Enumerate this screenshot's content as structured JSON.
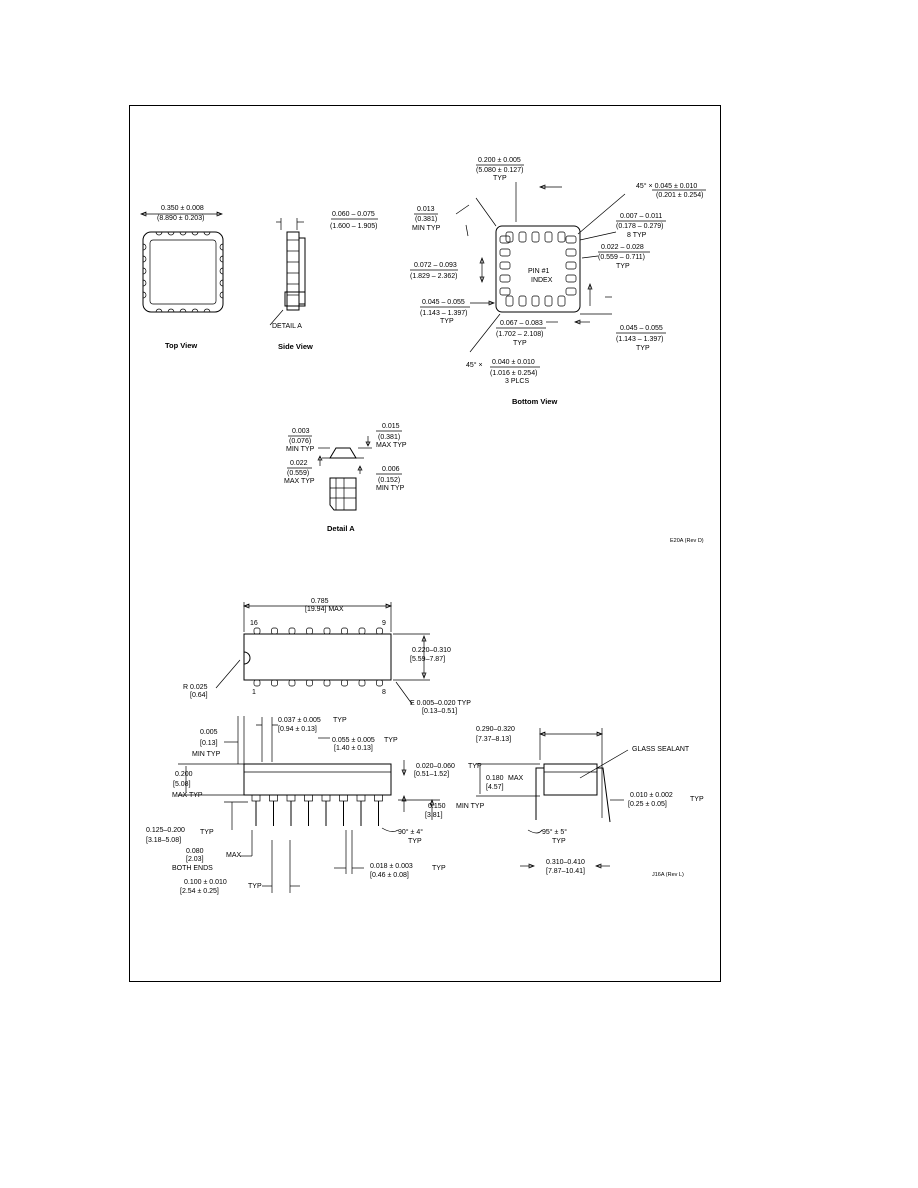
{
  "upper": {
    "top_view": {
      "caption": "Top View",
      "dim_top": "0.350 ± 0.008",
      "dim_top_mm": "(8.890 ± 0.203)"
    },
    "side_view": {
      "caption": "Side View",
      "dim": "0.060 – 0.075",
      "dim_mm": "(1.600 – 1.905)",
      "detail_label": "DETAIL A"
    },
    "bottom_view": {
      "caption": "Bottom View",
      "d1": "0.200 ± 0.005",
      "d1_mm": "(5.080 ± 0.127)",
      "d1_note": "TYP",
      "d2": "45° × 0.045 ± 0.010",
      "d2_mm": "(0.201 ± 0.254)",
      "d3": "0.013",
      "d3_mm": "(0.381)",
      "d3_note": "MIN TYP",
      "d4": "0.007 – 0.011",
      "d4_mm": "(0.178 – 0.279)",
      "d4_note": "8 TYP",
      "d5": "0.022 – 0.028",
      "d5_mm": "(0.559 – 0.711)",
      "d5_note": "TYP",
      "d6": "0.072 – 0.093",
      "d6_mm": "(1.829 – 2.362)",
      "pin_label_1": "PIN #1",
      "pin_label_2": "INDEX",
      "d7": "0.045 – 0.055",
      "d7_mm": "(1.143 – 1.397)",
      "d7_note": "TYP",
      "d8": "0.067 – 0.083",
      "d8_mm": "(1.702 – 2.108)",
      "d8_note": "TYP",
      "d9": "0.045 – 0.055",
      "d9_mm": "(1.143 – 1.397)",
      "d9_note": "TYP",
      "d10_prefix": "45° ×",
      "d10": "0.040 ± 0.010",
      "d10_mm": "(1.016 ± 0.254)",
      "d10_note": "3 PLCS"
    },
    "detail_a": {
      "caption": "Detail A",
      "a1": "0.003",
      "a1_mm": "(0.076)",
      "a1_note": "MIN TYP",
      "a2": "0.022",
      "a2_mm": "(0.559)",
      "a2_note": "MAX TYP",
      "a3": "0.015",
      "a3_mm": "(0.381)",
      "a3_note": "MAX TYP",
      "a4": "0.006",
      "a4_mm": "(0.152)",
      "a4_note": "MIN TYP"
    },
    "ref_code": "E20A (Rev D)"
  },
  "lower": {
    "top": {
      "len": "0.785",
      "len_mm": "[19.94] MAX",
      "pin16": "16",
      "pin9": "9",
      "pin1": "1",
      "pin8": "8",
      "width": "0.220–0.310",
      "width_mm": "[5.59–7.87]",
      "r": "R 0.025",
      "r_mm": "[0.64]",
      "e": "E 0.005–0.020 TYP",
      "e_mm": "[0.13–0.51]"
    },
    "side": {
      "s1": "0.037 ± 0.005",
      "s1_mm": "[0.94 ± 0.13]",
      "s1_note": "TYP",
      "s2": "0.005",
      "s2_mm": "[0.13]",
      "s2_note": "MIN TYP",
      "s3": "0.055 ± 0.005",
      "s3_mm": "[1.40 ± 0.13]",
      "s3_note": "TYP",
      "s4": "0.200",
      "s4_mm": "[5.08]",
      "s4_note": "MAX TYP",
      "s5": "0.020–0.060",
      "s5_mm": "[0.51–1.52]",
      "s5_note": "TYP",
      "s6": "0.150",
      "s6_mm": "[3.81]",
      "s6_note": "MIN TYP",
      "s7": "0.125–0.200",
      "s7_mm": "[3.18–5.08]",
      "s7_note": "TYP",
      "s8": "0.080",
      "s8_mm": "[2.03]",
      "s8_note": "MAX",
      "s8_note2": "BOTH ENDS",
      "s9": "90° ± 4°",
      "s9_note": "TYP",
      "s10": "0.100 ± 0.010",
      "s10_mm": "[2.54 ± 0.25]",
      "s10_note": "TYP",
      "s11": "0.018 ± 0.003",
      "s11_mm": "[0.46 ± 0.08]",
      "s11_note": "TYP"
    },
    "end": {
      "e1": "0.290–0.320",
      "e1_mm": "[7.37–8.13]",
      "e2": "0.180",
      "e2_mm": "[4.57]",
      "e2_note": "MAX",
      "glass": "GLASS SEALANT",
      "e3": "0.010 ± 0.002",
      "e3_mm": "[0.25 ± 0.05]",
      "e3_note": "TYP",
      "e4": "95° ± 5°",
      "e4_note": "TYP",
      "e5": "0.310–0.410",
      "e5_mm": "[7.87–10.41]"
    },
    "ref_code": "J16A (Rev L)"
  }
}
